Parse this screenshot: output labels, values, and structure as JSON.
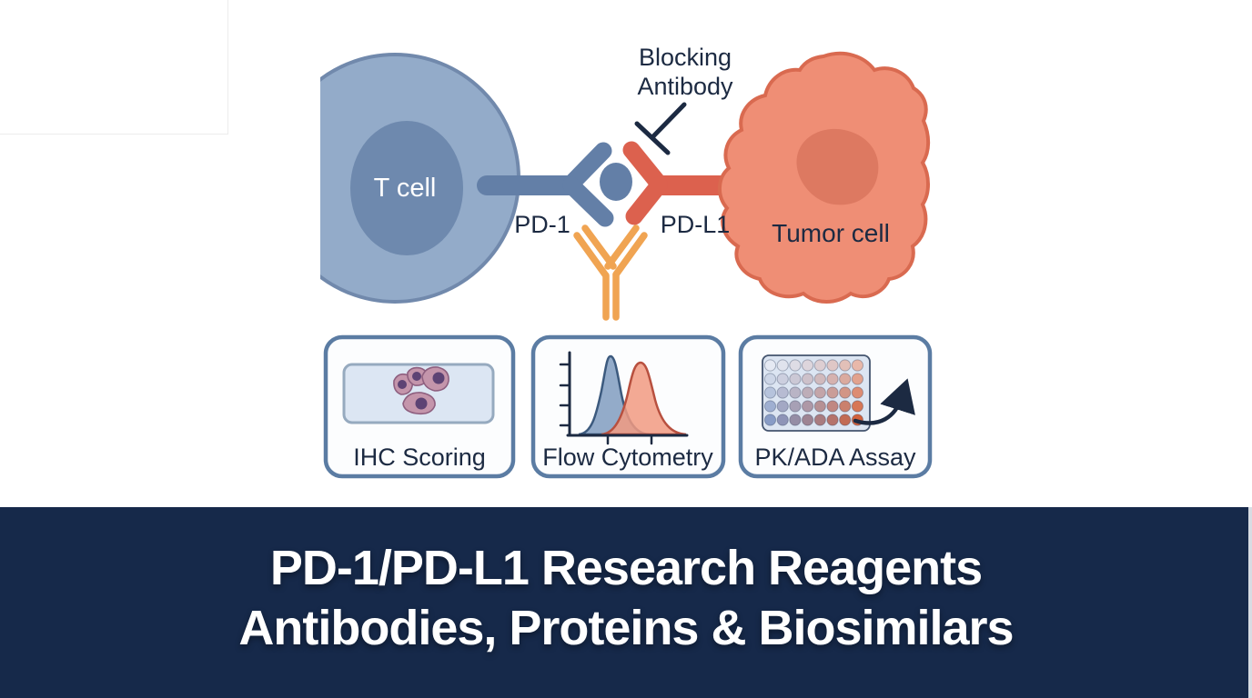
{
  "diagram": {
    "t_cell": {
      "label": "T cell",
      "body_color": "#93abc9",
      "border_color": "#7189ac",
      "nucleus_color": "#6e89ae"
    },
    "pd1": {
      "label": "PD-1",
      "color": "#637fa7"
    },
    "pdl1": {
      "label": "PD-L1",
      "color": "#dc614e"
    },
    "interaction_dot_color": "#637fa7",
    "tumor_cell": {
      "label": "Tumor cell",
      "body_color": "#ef8e75",
      "border_color": "#d96a50",
      "nucleus_color": "#dd7961"
    },
    "blocking_antibody": {
      "line1": "Blocking",
      "line2": "Antibody"
    },
    "therapeutic_antibody_color": "#f0a452",
    "text_color": "#1c2a42"
  },
  "panels": {
    "ihc": {
      "label": "IHC Scoring"
    },
    "flow": {
      "label": "Flow Cytometry"
    },
    "pkada": {
      "label": "PK/ADA Assay"
    },
    "border_color": "#5b7ca3"
  },
  "flow_chart": {
    "blue_fill": "#93abc9",
    "blue_stroke": "#3c5a7e",
    "red_fill": "#f19a81",
    "red_stroke": "#b8503f"
  },
  "plate": {
    "rows": 5,
    "cols": 8,
    "blue": "#5673ae",
    "orange": "#d2613c",
    "base_min": 0.12,
    "row_weight": 0.65,
    "col_weight": 0.35
  },
  "banner": {
    "title_line1": "PD-1/PD-L1 Research Reagents",
    "title_line2": "Antibodies, Proteins & Biosimilars",
    "background": "#16294a",
    "text_color": "#ffffff"
  }
}
